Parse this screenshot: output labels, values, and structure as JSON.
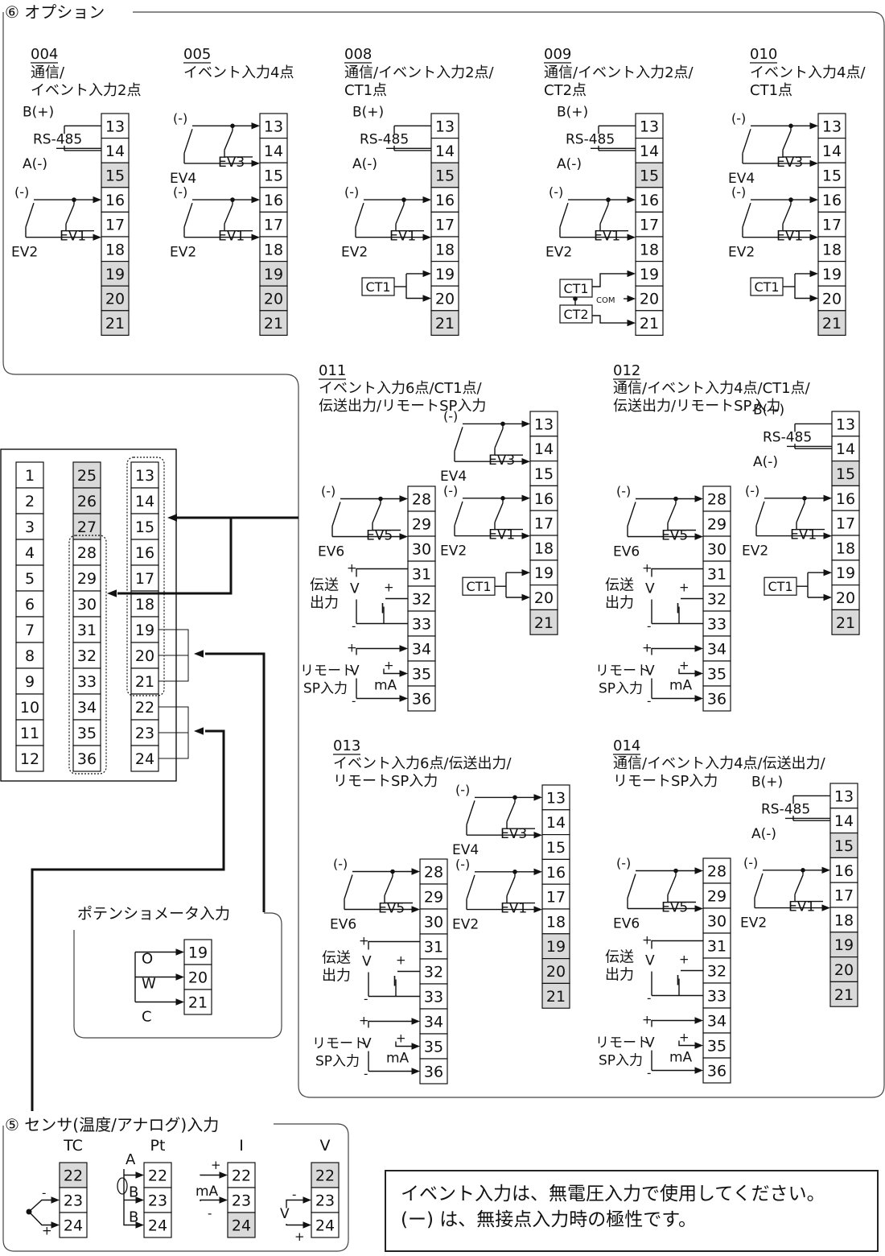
{
  "sections": {
    "options_title": "⑥ オプション",
    "sensor_title": "⑤ センサ(温度/アナログ)入力"
  },
  "modules": [
    {
      "code": "004",
      "title": [
        "通信/",
        "イベント入力2点"
      ],
      "terminals": [
        "13",
        "14",
        "15",
        "16",
        "17",
        "18",
        "19",
        "20",
        "21"
      ],
      "shaded": [
        "15",
        "19",
        "20",
        "21"
      ]
    },
    {
      "code": "005",
      "title": [
        "イベント入力4点"
      ],
      "terminals": [
        "13",
        "14",
        "15",
        "16",
        "17",
        "18",
        "19",
        "20",
        "21"
      ],
      "shaded": [
        "19",
        "20",
        "21"
      ]
    },
    {
      "code": "008",
      "title": [
        "通信/イベント入力2点/",
        "CT1点"
      ],
      "terminals": [
        "13",
        "14",
        "15",
        "16",
        "17",
        "18",
        "19",
        "20",
        "21"
      ],
      "shaded": [
        "15",
        "21"
      ]
    },
    {
      "code": "009",
      "title": [
        "通信/イベント入力2点/",
        "CT2点"
      ],
      "terminals": [
        "13",
        "14",
        "15",
        "16",
        "17",
        "18",
        "19",
        "20",
        "21"
      ],
      "shaded": [
        "15"
      ]
    },
    {
      "code": "010",
      "title": [
        "イベント入力4点/",
        "CT1点"
      ],
      "terminals": [
        "13",
        "14",
        "15",
        "16",
        "17",
        "18",
        "19",
        "20",
        "21"
      ],
      "shaded": [
        "21"
      ]
    },
    {
      "code": "011",
      "title": [
        "イベント入力6点/CT1点/",
        "伝送出力/リモートSP入力"
      ]
    },
    {
      "code": "012",
      "title": [
        "通信/イベント入力4点/CT1点/",
        "伝送出力/リモートSP入力"
      ]
    },
    {
      "code": "013",
      "title": [
        "イベント入力6点/伝送出力/",
        "リモートSP入力"
      ]
    },
    {
      "code": "014",
      "title": [
        "通信/イベント入力4点/伝送出力/",
        "リモートSP入力"
      ]
    }
  ],
  "labels": {
    "b_plus": "B(+)",
    "rs485": "RS-485",
    "a_minus": "A(-)",
    "neg": "(-)",
    "ev1": "EV1",
    "ev2": "EV2",
    "ev3": "EV3",
    "ev4": "EV4",
    "ev5": "EV5",
    "ev6": "EV6",
    "ct1": "CT1",
    "ct2": "CT2",
    "com": "COM",
    "transfer_out": [
      "伝送",
      "出力"
    ],
    "remote_sp": [
      "リモート",
      "SP入力"
    ],
    "V": "V",
    "I": "I",
    "mA": "mA",
    "plus": "+",
    "minus": "-"
  },
  "main_block": {
    "col1": [
      "1",
      "2",
      "3",
      "4",
      "5",
      "6",
      "7",
      "8",
      "9",
      "10",
      "11",
      "12"
    ],
    "col2": [
      "25",
      "26",
      "27",
      "28",
      "29",
      "30",
      "31",
      "32",
      "33",
      "34",
      "35",
      "36"
    ],
    "col3": [
      "13",
      "14",
      "15",
      "16",
      "17",
      "18",
      "19",
      "20",
      "21",
      "22",
      "23",
      "24"
    ],
    "shaded": [
      "25",
      "26",
      "27"
    ]
  },
  "potentiometer": {
    "title": "ポテンショメータ入力",
    "labels": [
      "O",
      "W",
      "C"
    ],
    "terminals": [
      "19",
      "20",
      "21"
    ]
  },
  "sensors": [
    {
      "name": "TC",
      "terminals": [
        "22",
        "23",
        "24"
      ],
      "shaded": [
        "22"
      ]
    },
    {
      "name": "Pt",
      "terminals": [
        "22",
        "23",
        "24"
      ],
      "shaded": [],
      "labels": [
        "A",
        "B",
        "B"
      ]
    },
    {
      "name": "I",
      "terminals": [
        "22",
        "23",
        "24"
      ],
      "shaded": [
        "24"
      ]
    },
    {
      "name": "V",
      "terminals": [
        "22",
        "23",
        "24"
      ],
      "shaded": [
        "22"
      ]
    }
  ],
  "note": [
    "イベント入力は、無電圧入力で使用してください。",
    "(ー) は、無接点入力時の極性です。"
  ],
  "colors": {
    "shade": "#d9d9d9",
    "line": "#111111",
    "frame": "#444444"
  }
}
